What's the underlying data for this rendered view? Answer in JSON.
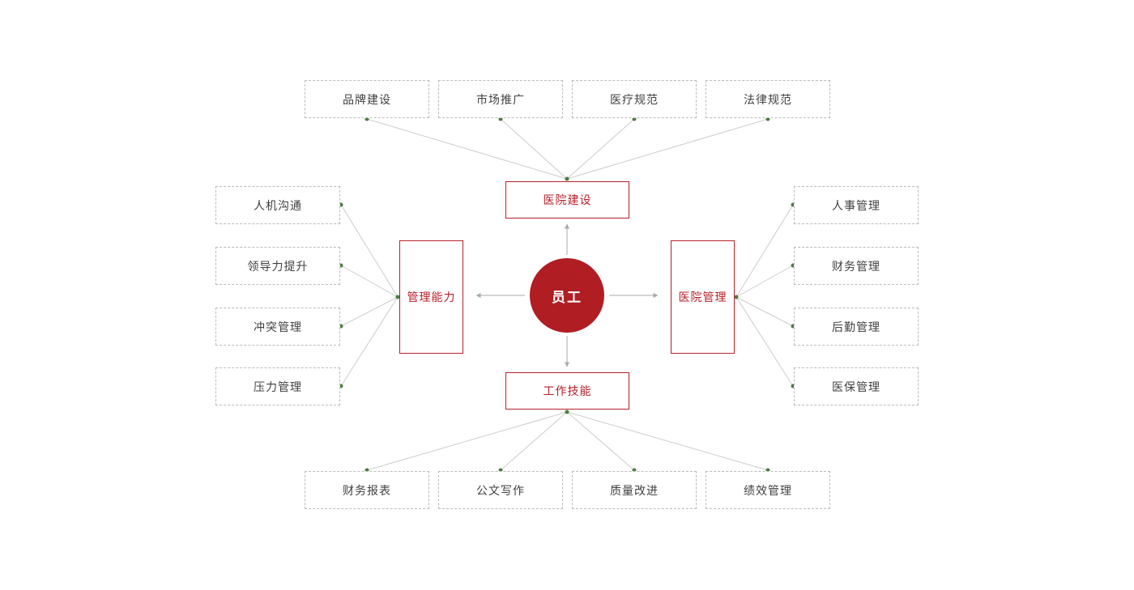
{
  "diagram": {
    "center_label": "员工",
    "category_top": "医院建设",
    "category_left": "管理能力",
    "category_right": "医院管理",
    "category_bottom": "工作技能",
    "top_items": [
      "品牌建设",
      "市场推广",
      "医疗规范",
      "法律规范"
    ],
    "left_items": [
      "人机沟通",
      "领导力提升",
      "冲突管理",
      "压力管理"
    ],
    "right_items": [
      "人事管理",
      "财务管理",
      "后勤管理",
      "医保管理"
    ],
    "bottom_items": [
      "财务报表",
      "公文写作",
      "质量改进",
      "绩效管理"
    ],
    "colors": {
      "accent_red": "#b6212a",
      "circle_fill": "#b01e24",
      "dashed_border": "#bbbbbb",
      "connector_line": "#cccccc",
      "arrow": "#aaaaaa",
      "node_dot_green": "#4d7c3f",
      "label_text": "#404040"
    }
  }
}
